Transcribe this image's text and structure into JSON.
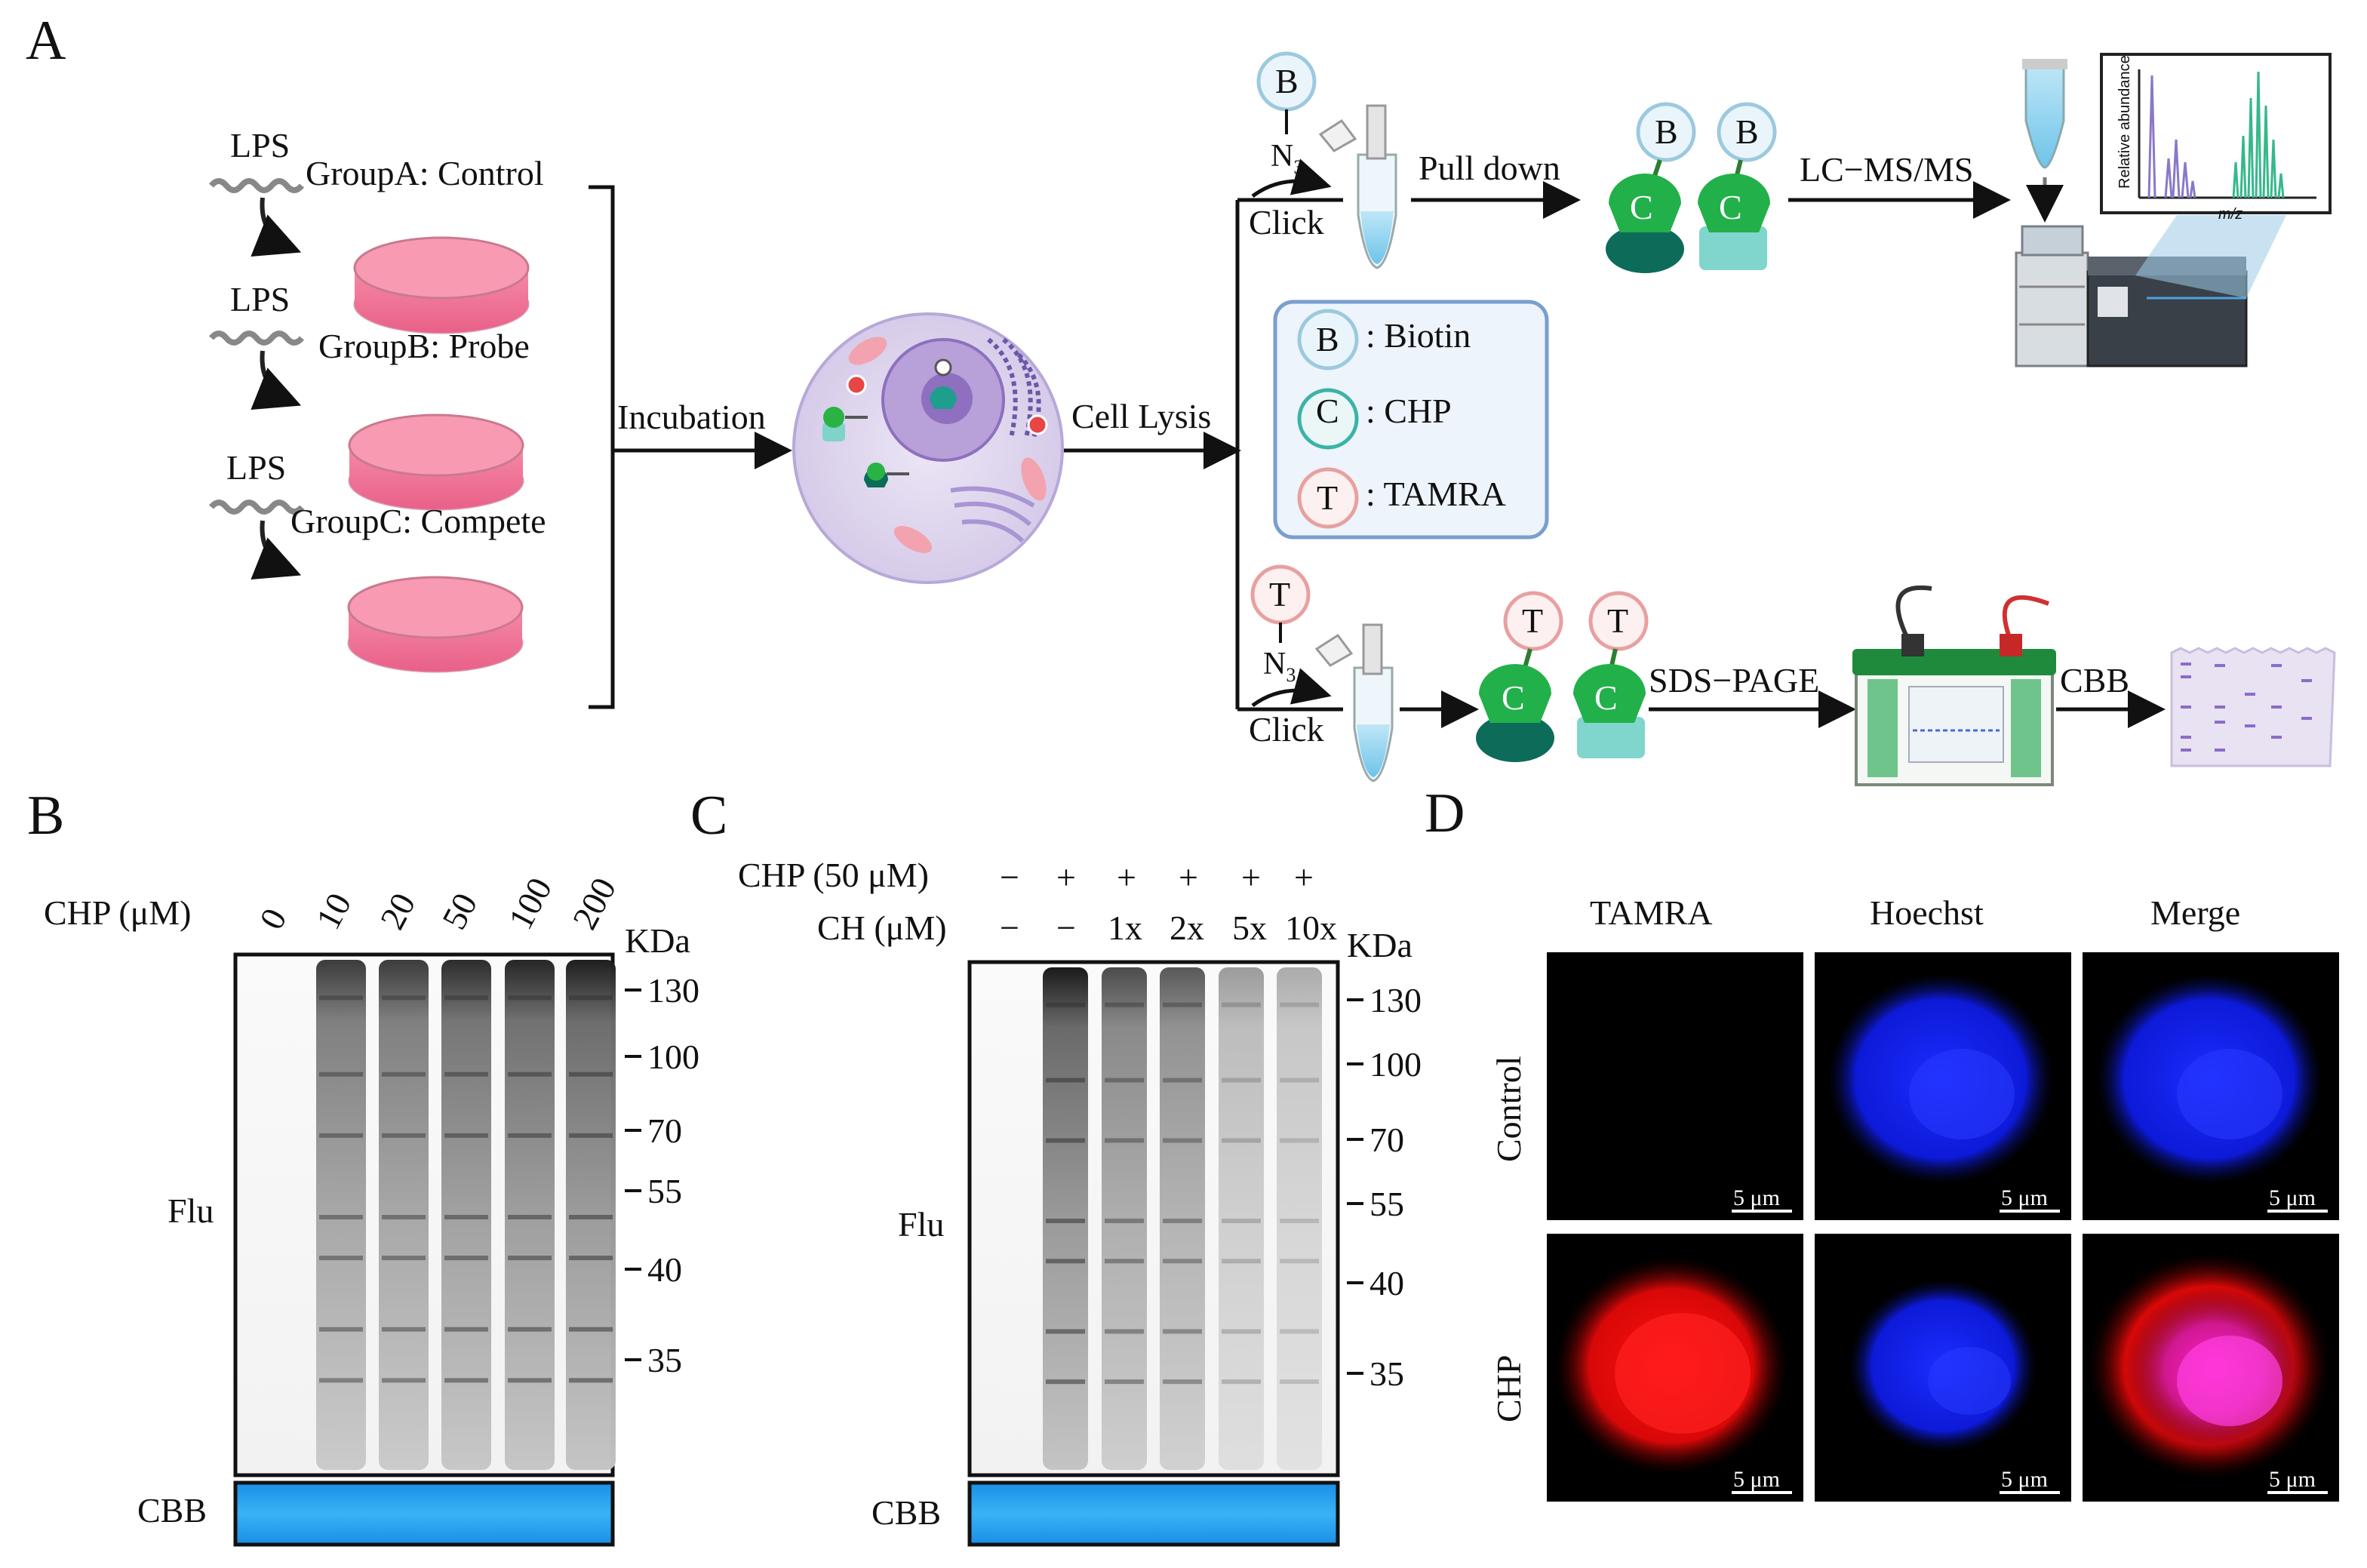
{
  "panels": {
    "a": "A",
    "b": "B",
    "c": "C",
    "d": "D"
  },
  "panel_a": {
    "groups": [
      {
        "lps": "LPS",
        "label": "GroupA: Control"
      },
      {
        "lps": "LPS",
        "label": "GroupB: Probe"
      },
      {
        "lps": "LPS",
        "label": "GroupC: Compete"
      }
    ],
    "incubation": "Incubation",
    "cell_lysis": "Cell Lysis",
    "click_top": "Click",
    "click_bottom": "Click",
    "n3": "N",
    "n3_sub": "3",
    "pull_down": "Pull down",
    "lcms": "LC−MS/MS",
    "sds_page": "SDS−PAGE",
    "cbb": "CBB",
    "ms_ylabel": "Relative abundance",
    "ms_xlabel": "m/z",
    "legend": [
      {
        "letter": "B",
        "text": ": Biotin",
        "color": "#9cc9df"
      },
      {
        "letter": "C",
        "text": ": CHP",
        "color": "#3bb3a8"
      },
      {
        "letter": "T",
        "text": ": TAMRA",
        "color": "#e8a0a0"
      }
    ],
    "tag_b": "B",
    "tag_c": "C",
    "tag_t": "T"
  },
  "panel_b": {
    "title": "CHP (μM)",
    "lanes": [
      "0",
      "10",
      "20",
      "50",
      "100",
      "200"
    ],
    "kda": "KDa",
    "markers": [
      "130",
      "100",
      "70",
      "55",
      "40",
      "35"
    ],
    "flu": "Flu",
    "cbb": "CBB"
  },
  "panel_c": {
    "row1_label": "CHP (50 μM)",
    "row1": [
      "−",
      "+",
      "+",
      "+",
      "+",
      "+"
    ],
    "row2_label": "CH (μM)",
    "row2": [
      "−",
      "−",
      "1x",
      "2x",
      "5x",
      "10x"
    ],
    "kda": "KDa",
    "markers": [
      "130",
      "100",
      "70",
      "55",
      "40",
      "35"
    ],
    "flu": "Flu",
    "cbb": "CBB"
  },
  "panel_d": {
    "columns": [
      "TAMRA",
      "Hoechst",
      "Merge"
    ],
    "rows": [
      "Control",
      "CHP"
    ],
    "scale": "5 μm"
  }
}
